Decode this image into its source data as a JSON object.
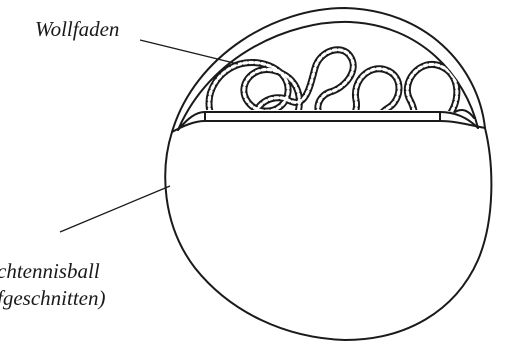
{
  "labels": {
    "wool_thread": "Wollfaden",
    "ball_line1": "chtennisball",
    "ball_line2": "fgeschnitten)"
  },
  "colors": {
    "ink": "#1a1a1a",
    "background": "#ffffff"
  }
}
